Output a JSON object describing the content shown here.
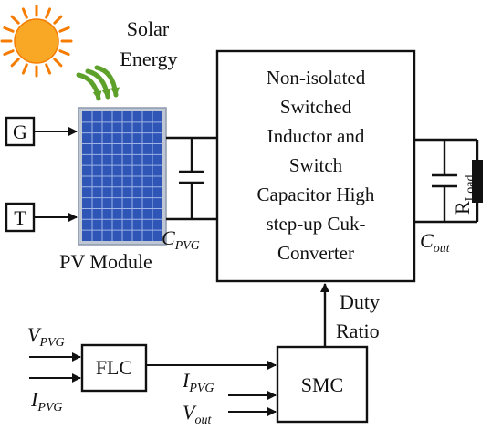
{
  "labels": {
    "solar_line1": "Solar",
    "solar_line2": "Energy",
    "g_input": "G",
    "t_input": "T",
    "pv_module": "PV Module",
    "cpvg_main": "C",
    "cpvg_sub": "PVG",
    "converter_lines": [
      "Non-isolated",
      "Switched",
      "Inductor and",
      "Switch",
      "Capacitor High",
      "step-up Cuk-",
      "Converter"
    ],
    "cout_main": "C",
    "cout_sub": "out",
    "rload_main": "R",
    "rload_sub": "Load",
    "duty_line1": "Duty",
    "duty_line2": "Ratio",
    "flc": "FLC",
    "smc": "SMC",
    "vpvg_main": "V",
    "vpvg_sub": "PVG",
    "ipvg_left_main": "I",
    "ipvg_left_sub": "PVG",
    "ipvg_mid_main": "I",
    "ipvg_mid_sub": "PVG",
    "vout_main": "V",
    "vout_sub": "out"
  },
  "colors": {
    "sun_fill": "#F9A825",
    "sun_rays": "#F57C00",
    "energy_arrows": "#5DA12B",
    "panel_frame": "#BFC7D5",
    "panel_cell": "#2F56B7",
    "panel_grid": "#9FB3E6"
  }
}
